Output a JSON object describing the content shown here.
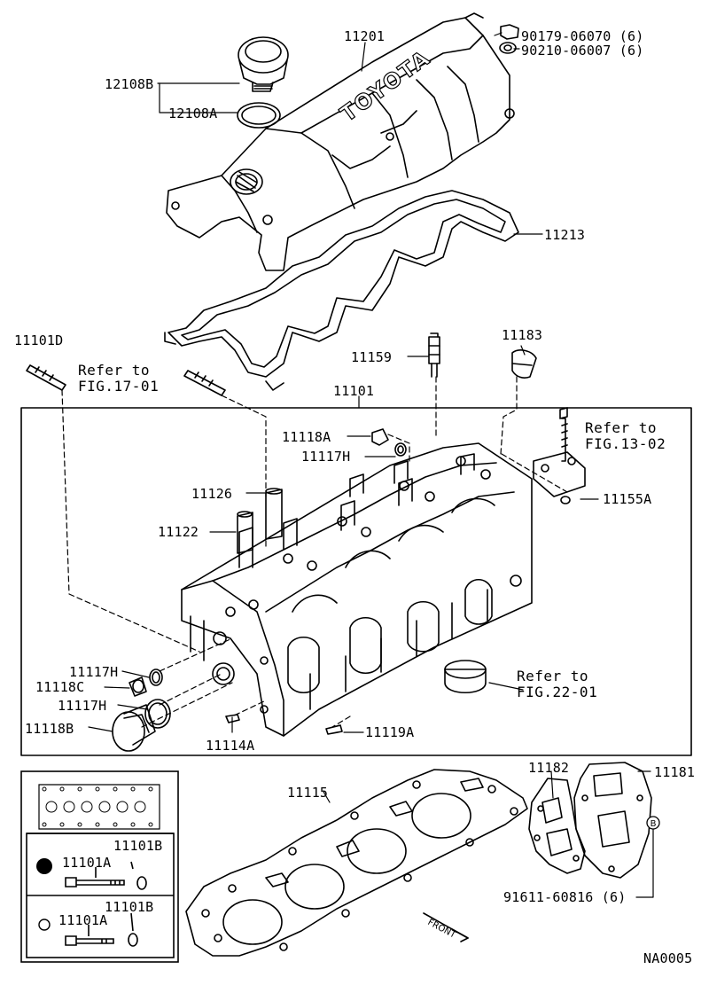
{
  "parts": {
    "p11201": "11201",
    "p90179": "90179-06070 (6)",
    "p90210": "90210-06007 (6)",
    "p12108B": "12108B",
    "p12108A": "12108A",
    "p11213": "11213",
    "p11101D": "11101D",
    "p11183": "11183",
    "p11159": "11159",
    "p11101": "11101",
    "p11118A": "11118A",
    "p11117H_a": "11117H",
    "p11126": "11126",
    "p11122": "11122",
    "p11155A": "11155A",
    "p11117H_b": "11117H",
    "p11118C": "11118C",
    "p11117H_c": "11117H",
    "p11118B": "11118B",
    "p11114A": "11114A",
    "p11119A": "11119A",
    "p11115": "11115",
    "p11182": "11182",
    "p11181": "11181",
    "p91611": "91611-60816 (6)",
    "p11101B_1": "11101B",
    "p11101A_1": "11101A",
    "p11101B_2": "11101B",
    "p11101A_2": "11101A"
  },
  "refs": {
    "r17": "Refer to\nFIG.17-01",
    "r13": "Refer to\nFIG.13-02",
    "r22": "Refer to\nFIG.22-01"
  },
  "brand_text": "TOYOTA",
  "front_text": "FRONT",
  "callout_letter": "B",
  "drawing_code": "NA0005"
}
